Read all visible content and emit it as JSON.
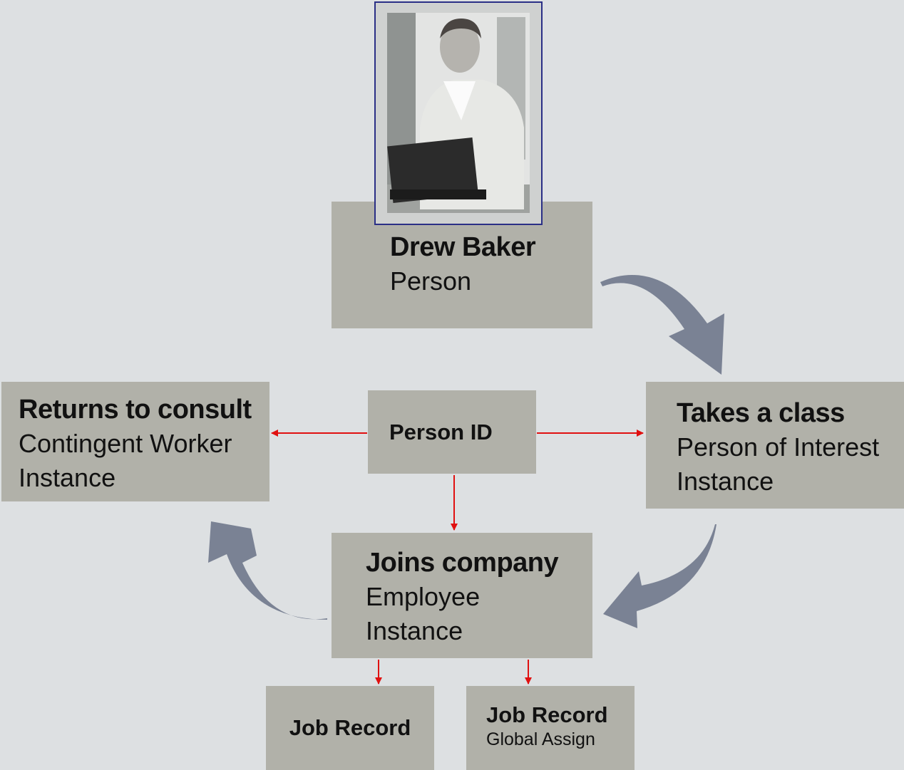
{
  "nodes": {
    "person": {
      "title": "Drew Baker",
      "subtitle": "Person"
    },
    "consult": {
      "title": "Returns to consult",
      "subtitle_line1": "Contingent Worker",
      "subtitle_line2": "Instance"
    },
    "person_id": {
      "title": "Person ID"
    },
    "takes_class": {
      "title": "Takes a class",
      "subtitle_line1": "Person of Interest",
      "subtitle_line2": "Instance"
    },
    "joins": {
      "title": "Joins company",
      "subtitle_line1": "Employee",
      "subtitle_line2": "Instance"
    },
    "job_record": {
      "title": "Job Record"
    },
    "job_record_global": {
      "title": "Job Record",
      "subtitle": "Global Assign"
    }
  },
  "colors": {
    "background": "#dde0e2",
    "box": "#b1b1a9",
    "big_arrow": "#7a8294",
    "connector": "#e01010",
    "photo_border": "#2a2f86"
  }
}
